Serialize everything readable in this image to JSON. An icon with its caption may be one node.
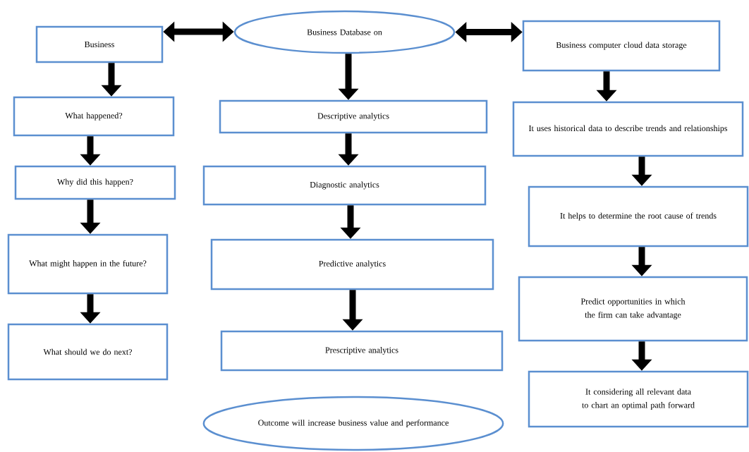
{
  "diagram": {
    "nodes": [
      {
        "text": [
          "Business"
        ]
      },
      {
        "text": [
          "Business Database on"
        ]
      },
      {
        "text": [
          "Business computer cloud data storage"
        ]
      },
      {
        "text": [
          "What happened?"
        ]
      },
      {
        "text": [
          "Why did this happen?"
        ]
      },
      {
        "text": [
          "What might happen in the future?"
        ]
      },
      {
        "text": [
          "What should we do next?"
        ]
      },
      {
        "text": [
          "Descriptive analytics"
        ]
      },
      {
        "text": [
          "Diagnostic analytics"
        ]
      },
      {
        "text": [
          "Predictive analytics"
        ]
      },
      {
        "text": [
          "Prescriptive analytics"
        ]
      },
      {
        "text": [
          "Outcome will increase business value and performance"
        ]
      },
      {
        "text": [
          "It uses historical data to describe trends and relationships"
        ]
      },
      {
        "text": [
          "It helps to determine the root cause of trends"
        ]
      },
      {
        "text": [
          "Predict opportunities in which the firm can take advantage"
        ]
      },
      {
        "text": [
          "It considering all relevant data to chart an optimal path forward"
        ]
      }
    ],
    "edges": [
      {
        "from": 0,
        "to": 1,
        "arrow": "both"
      },
      {
        "from": 1,
        "to": 2,
        "arrow": "both"
      },
      {
        "from": 0,
        "to": 3,
        "arrow": "to"
      },
      {
        "from": 3,
        "to": 4,
        "arrow": "to"
      },
      {
        "from": 4,
        "to": 5,
        "arrow": "to"
      },
      {
        "from": 5,
        "to": 6,
        "arrow": "to"
      },
      {
        "from": 1,
        "to": 7,
        "arrow": "to"
      },
      {
        "from": 7,
        "to": 8,
        "arrow": "to"
      },
      {
        "from": 8,
        "to": 9,
        "arrow": "to"
      },
      {
        "from": 9,
        "to": 10,
        "arrow": "to"
      },
      {
        "from": 2,
        "to": 12,
        "arrow": "to"
      },
      {
        "from": 12,
        "to": 13,
        "arrow": "to"
      },
      {
        "from": 13,
        "to": 14,
        "arrow": "to"
      },
      {
        "from": 14,
        "to": 15,
        "arrow": "to"
      }
    ]
  }
}
